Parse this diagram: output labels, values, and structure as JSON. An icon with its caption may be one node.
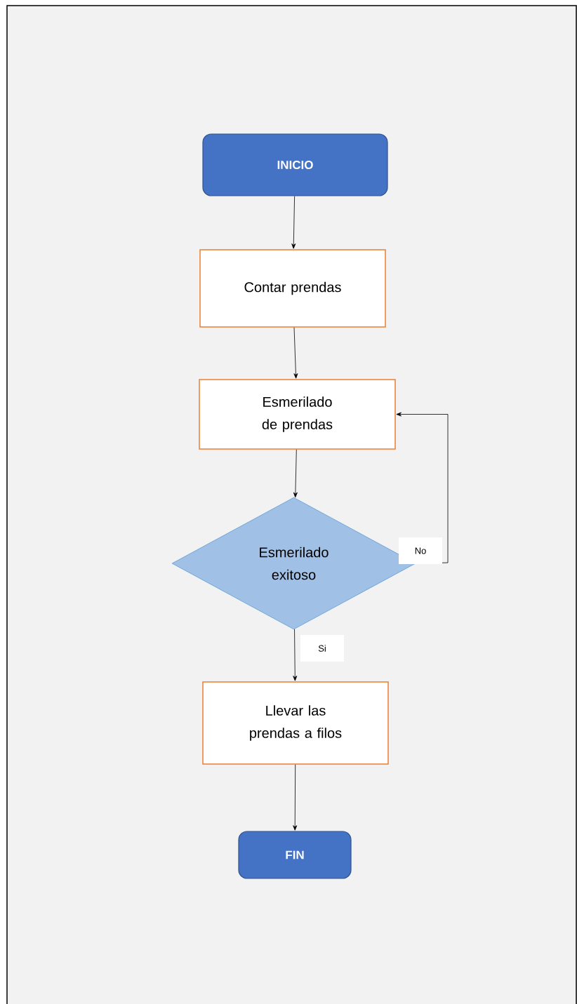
{
  "diagram": {
    "nodes": [
      {
        "text": [
          "INICIO"
        ]
      },
      {
        "text": [
          "Contar prendas"
        ]
      },
      {
        "text": [
          "Esmerilado de prendas"
        ]
      },
      {
        "text": [
          "Esmerilado exitoso"
        ]
      },
      {
        "text": [
          "Llevar las prendas a filos"
        ]
      },
      {
        "text": [
          "FIN"
        ]
      }
    ],
    "edges": [
      {
        "from": 0,
        "to": 1,
        "arrow": "to"
      },
      {
        "from": 1,
        "to": 2,
        "arrow": "to"
      },
      {
        "from": 2,
        "to": 3,
        "arrow": "to"
      },
      {
        "from": 3,
        "to": 2,
        "arrow": "to",
        "label": "No"
      },
      {
        "from": 3,
        "to": 4,
        "arrow": "to",
        "label": "Si"
      },
      {
        "from": 4,
        "to": 5,
        "arrow": "to"
      }
    ]
  }
}
